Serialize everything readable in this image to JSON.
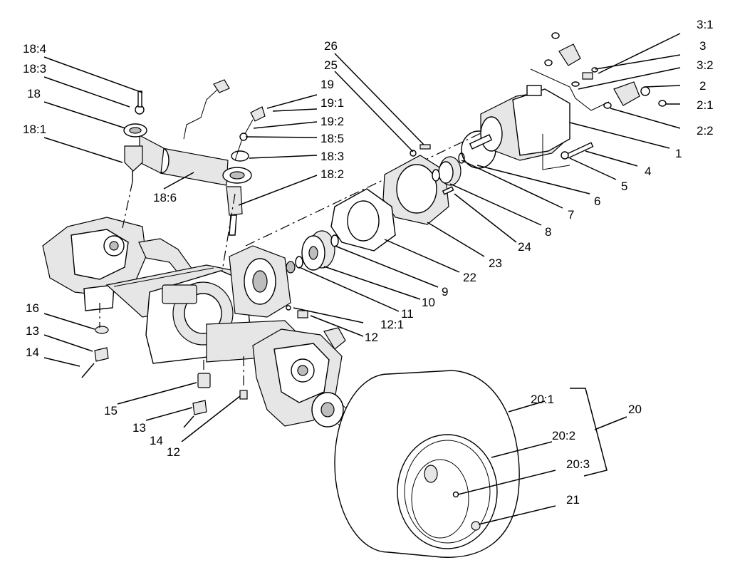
{
  "callouts": {
    "c18_4": "18:4",
    "c18_3a": "18:3",
    "c18": "18",
    "c18_1": "18:1",
    "c18_6": "18:6",
    "c26": "26",
    "c25": "25",
    "c19": "19",
    "c19_1": "19:1",
    "c19_2": "19:2",
    "c18_5": "18:5",
    "c18_3b": "18:3",
    "c18_2": "18:2",
    "c3_1": "3:1",
    "c3": "3",
    "c3_2": "3:2",
    "c2": "2",
    "c2_1": "2:1",
    "c2_2": "2:2",
    "c1": "1",
    "c4": "4",
    "c5": "5",
    "c6": "6",
    "c7": "7",
    "c8": "8",
    "c24": "24",
    "c23": "23",
    "c22": "22",
    "c9": "9",
    "c10": "10",
    "c11": "11",
    "c12_1": "12:1",
    "c12a": "12",
    "c16": "16",
    "c13a": "13",
    "c14a": "14",
    "c15": "15",
    "c13b": "13",
    "c14b": "14",
    "c12b": "12",
    "c20_1": "20:1",
    "c20": "20",
    "c20_2": "20:2",
    "c20_3": "20:3",
    "c21": "21"
  }
}
